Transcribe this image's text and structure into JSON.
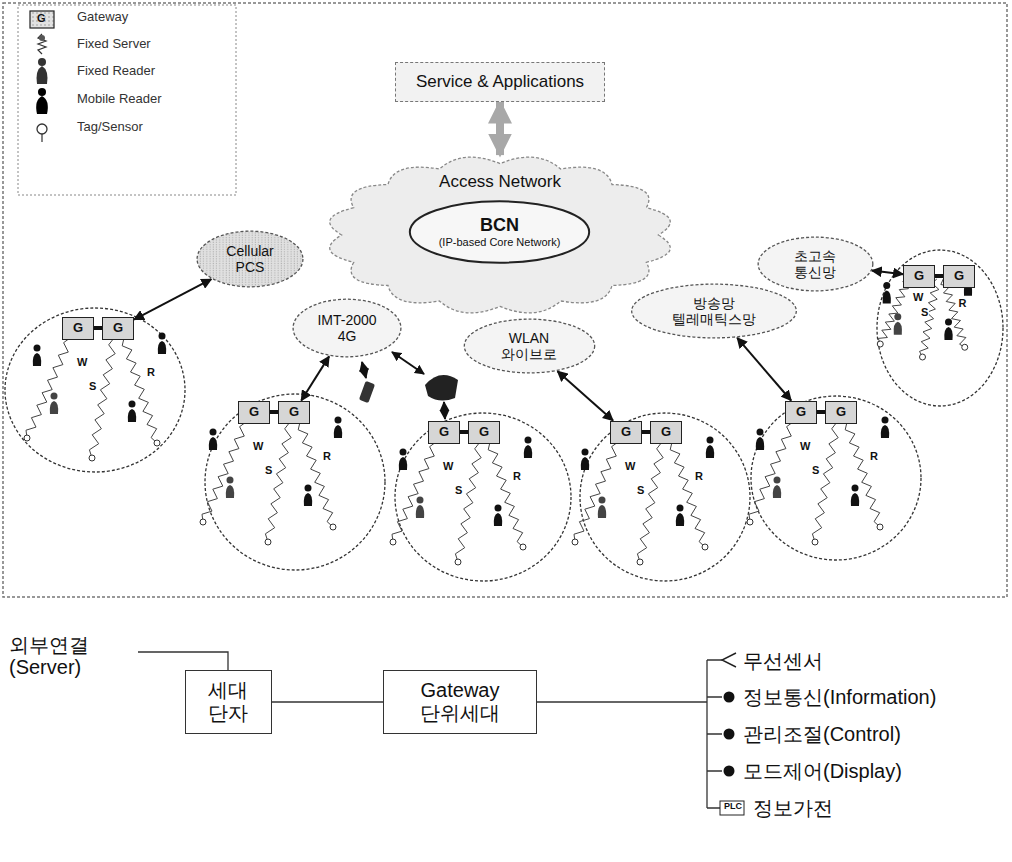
{
  "diagram": {
    "nodes": [
      {
        "text": [
          "Service & Applications"
        ]
      },
      {
        "text": [
          "Access Network"
        ]
      },
      {
        "text": [
          "BCN",
          "(IP-based Core Network)"
        ],
        "in": 1
      },
      {
        "text": [
          "Cellular PCS"
        ]
      },
      {
        "text": [
          "IMT-2000 4G"
        ]
      },
      {
        "text": [
          "WLAN 와이브로"
        ]
      },
      {
        "text": [
          "방송망 텔레매틱스망"
        ]
      },
      {
        "text": [
          "초고속 통신망"
        ]
      },
      {
        "text": [
          "G"
        ]
      },
      {
        "text": [
          "G"
        ]
      },
      {
        "text": [
          "G"
        ]
      },
      {
        "text": [
          "G"
        ]
      },
      {
        "text": [
          "G"
        ]
      },
      {
        "text": [
          "G"
        ]
      },
      {
        "text": [
          "G"
        ]
      },
      {
        "text": [
          "G"
        ]
      },
      {
        "text": [
          "G"
        ]
      },
      {
        "text": [
          "G"
        ]
      },
      {
        "text": [
          "G"
        ]
      },
      {
        "text": [
          "G"
        ]
      },
      {
        "text": [
          "세대 단자"
        ]
      },
      {
        "text": [
          "Gateway 단위세대"
        ]
      }
    ],
    "edges": [
      {
        "from": 0,
        "to": 1,
        "arrow": "both"
      },
      {
        "from": 3,
        "to": 9,
        "arrow": "both"
      },
      {
        "from": 4,
        "to": 11,
        "arrow": "both"
      },
      {
        "from": 5,
        "to": 14,
        "arrow": "both"
      },
      {
        "from": 6,
        "to": 16,
        "arrow": "both"
      },
      {
        "from": 7,
        "to": 18,
        "arrow": "both"
      },
      {
        "from": 8,
        "to": 9,
        "arrow": "none"
      },
      {
        "from": 10,
        "to": 11,
        "arrow": "none"
      },
      {
        "from": 12,
        "to": 13,
        "arrow": "none"
      },
      {
        "from": 14,
        "to": 15,
        "arrow": "none"
      },
      {
        "from": 16,
        "to": 17,
        "arrow": "none"
      },
      {
        "from": 18,
        "to": 19,
        "arrow": "none"
      },
      {
        "from": 20,
        "to": 21,
        "arrow": "none"
      }
    ],
    "labels": [
      "G",
      "외부연결 (Server)",
      "무선센서",
      "정보통신(Information)",
      "관리조절(Control)",
      "모드제어(Display)",
      "PLC",
      "정보가전",
      "W",
      "S",
      "R",
      "W",
      "S",
      "R",
      "W",
      "S",
      "R",
      "W",
      "S",
      "R",
      "W",
      "S",
      "R",
      "W",
      "S",
      "R"
    ],
    "legend": [
      {
        "text": "Gateway"
      },
      {
        "text": "Fixed Server"
      },
      {
        "text": "Fixed Reader"
      },
      {
        "text": "Mobile Reader"
      },
      {
        "text": "Tag/Sensor"
      }
    ]
  }
}
